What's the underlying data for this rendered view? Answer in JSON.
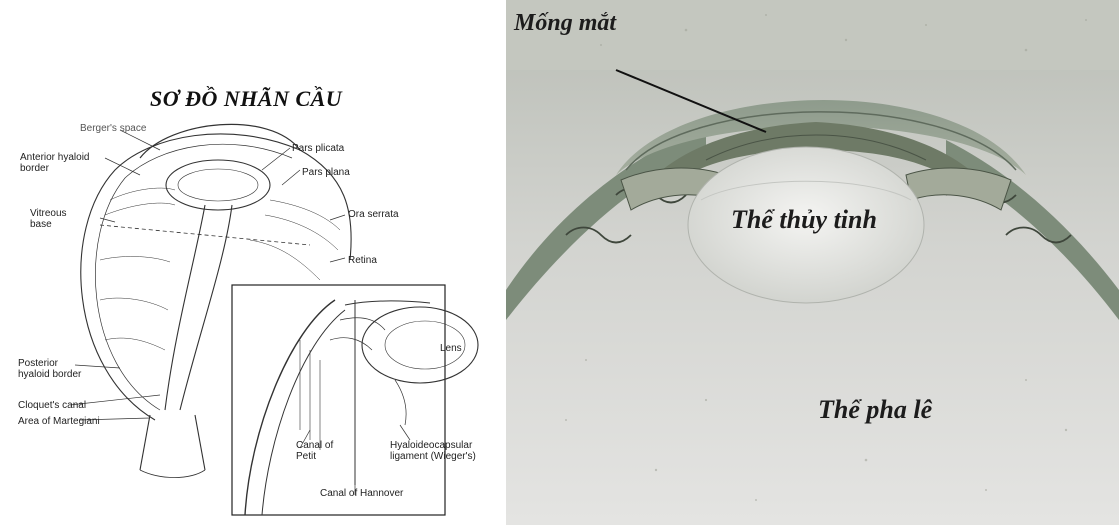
{
  "left": {
    "title": "SƠ ĐỒ NHÃN CẦU",
    "labels": {
      "bergers_space": "Berger's space",
      "anterior_hyaloid": "Anterior hyaloid\nborder",
      "vitreous_base": "Vitreous\nbase",
      "pars_plicata": "Pars plicata",
      "pars_plana": "Pars plana",
      "ora_serrata": "Ora serrata",
      "retina": "Retina",
      "posterior_hyaloid": "Posterior\nhyaloid border",
      "cloquets_canal": "Cloquet's canal",
      "area_martegiani": "Area of Martegiani",
      "lens": "Lens",
      "canal_petit": "Canal of\nPetit",
      "hyaloideocapsular": "Hyaloideocapsular\nligament (Wieger's)",
      "canal_hannover": "Canal of Hannover"
    }
  },
  "right": {
    "labels": {
      "mong_mat": "Mống mắt",
      "the_thuy_tinh": "Thể thủy tinh",
      "the_pha_le": "Thể pha lê"
    }
  }
}
